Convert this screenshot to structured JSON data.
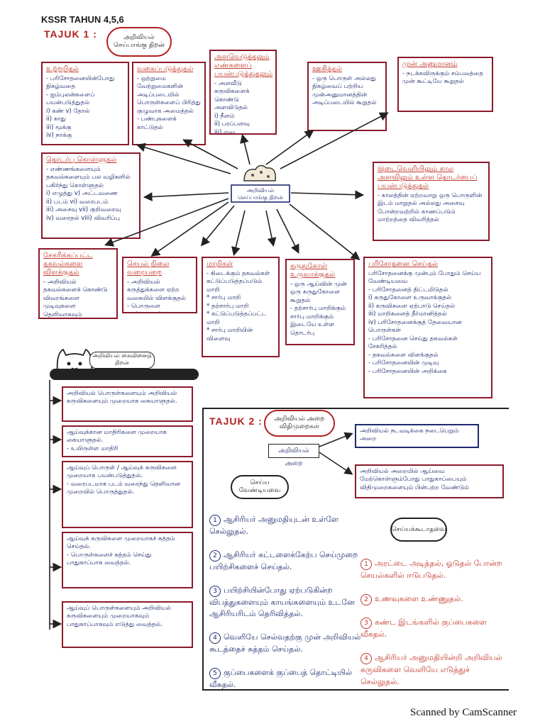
{
  "header": {
    "title": "KSSR TAHUN 4,5,6",
    "tajuk1_label": "TAJUK 1 :",
    "tajuk1_cloud": "அறிவியல் செய்பாங்கு திறன்"
  },
  "top_boxes": [
    {
      "title": "உற்றறிதல்",
      "body": "- பரிசோதனையின்போது நிகழ்வதை\n- ஐம்புலன்களைப் பயன்படுத்துதல்\ni) கண்   v) தோல்\nii) காது\niii) மூக்கு\niv) நாக்கு"
    },
    {
      "title": "வகைப்படுத்துதல்",
      "body": "- ஒற்றுமை வேற்றுமைகளின் அடிப்படையில் பொருள்களைப் பிரித்து குழுவாக அமைத்தல்\n- பண்புகளைக் காட்டுதல்"
    },
    {
      "title": "அளவெடுத்தலும் எண்களைப் பயன்படுத்துதலும்",
      "body": "- அளவீடு கருவிகளைக் கொண்டு அளவிடுதல்\ni) நீளம்\nii) பரப்பளவு\niii) எடை"
    },
    {
      "title": "ஊகித்தல்",
      "body": "- ஒரு பொருள் அல்லது நிகழ்வைப் பற்றிய முன்அனுமானத்தின் அடிப்படையில் கூறுதல்"
    },
    {
      "title": "முன் அனுமானம்",
      "body": "- நடக்கவிருக்கும் சம்பவத்தை முன் கூட்டியே கூறுதல்"
    }
  ],
  "mid_left_box": {
    "title": "தொடர்பு கொள்ளுதல்",
    "body": "- எண்ணங்களையும் தகவல்களையும் பல வழிகளில் பகிர்ந்து கொள்ளுதல்\ni) எழுத்து   v) அட்டவணை\nii) படம்   vi) வரைபடம்\niii) அசைவு   vii) குறிவரைவு\niv) வரைதல்   viii) விவரிப்பு"
  },
  "center_label": "அறிவியல் செய்பாங்கு திறன்",
  "mid_right_box": {
    "title": "இடைவெளியிலும் கால அளவிலும் உள்ள தொடர்பைப் பயன்படுத்துதல்",
    "body": "- காலத்தின் ஏற்றவாறு ஒரு பொருளின் இடம் மாறுதல் அல்லது அசைவு போன்றவற்றில் காணப்படும் மாற்றத்தை விவரித்தல்"
  },
  "bottom_boxes": [
    {
      "title": "சேகரிக்கப்பட்ட தகவல்களை விளக்குதல்",
      "body": "- அறிவியல் தகவல்களைக் கொண்டு விவரங்களை முடிவுகளை தெளிவாகவும் விளக்குதல்"
    },
    {
      "title": "செயல் நிலை வரையறை",
      "body": "- அறிவியல் கருத்துக்களை ஏற்ற வகையில் விளக்குதல்\n- பொருளை வழிமுறையில் விளக்குதல்"
    },
    {
      "title": "மாறிகள்",
      "body": "- கிடைக்கும் தகவல்கள் கட்டுப்படுத்தப்படும் மாறி\n* சார்பு மாறி\n* தற்சார்பு மாறி\n* கட்டுப்படுத்தப்பட்ட மாறி\n* சார்பு மாறியின் விளைவு"
    },
    {
      "title": "கருதுகோள் உருவாக்குதல்",
      "body": "- ஒரு ஆய்வின் முன் ஒரு கருதுகோளை கூறுதல்\n- தற்சார்பு மாறிக்கும் சார்பு மாறிக்கும் இடையே உள்ள தொடர்பு"
    },
    {
      "title": "பரிசோதனை செய்தல்",
      "body": "பரிசோதனைக்கு முன்பும் போதும் செய்ய வேண்டியவை\n- பரிசோதனைத் திட்டமிடுதல்\ni) கருதுகோளை உருவாக்குதல்\nii) கருவிகளை ஏற்பாடு செய்தல்\niii) மாறிகளைத் தீர்மானித்தல்\niv) பரிசோதனைக்குத் தேவையான பொருள்கள்\n- பரிசோதனை செய்து தகவல்கள் சேகரித்தல்\n- தகவல்களை விளக்குதல்\n- பரிசோதனையின் முடிவு\n- பரிசோதனையின் அறிக்கை"
    }
  ],
  "manip": {
    "head_label": "அறிவியல் கைவினைத் திறன்",
    "items": [
      "அறிவியல் பொருள்களையும் அறிவியல் கருவிகளையும் முறையாக கையாளுதல்.",
      "ஆய்வுக்கான மாதிரிகளை முறையாக கையாளுதல்.\n- உயிருள்ள மாதிரி",
      "ஆய்வுப் பொருள் / ஆய்வுக் கருவிகளை முறையாக பயன்படுத்துதல்.\n- வரைபடமாக படம் வரைந்து தெளிவான முறையில் பொருத்துதல்.",
      "ஆய்வுக் கருவிகளை முறையாகச் சுத்தம் செய்தல்.\n- பொருள்களைச் சுத்தம் செய்து பாதுகாப்பாக வைத்தல்.",
      "ஆய்வுப் பொருள்களையும் அறிவியல் கருவிகளையும் முறையாகவும் பாதுகாப்பாகவும் எடுத்து வைத்தல்."
    ]
  },
  "tajuk2": {
    "label": "TAJUK 2 :",
    "cloud": "அறிவியல் அறை விதிமுறைகள்",
    "room_label": "அறிவியல் அறை",
    "box_a": "அறிவியல் நடவடிக்கை நடைபெறும் அறை",
    "box_b": "அறிவியல் அறையில் ஆய்வை மேற்கொள்ளும்போது பாதுகாப்பையும் விதிமுறைகளையும் பின்பற்ற வேண்டும்",
    "must_cloud": "செய்ய வேண்டியவை",
    "must_items": [
      "ஆசிரியர் அனுமதியுடன் உள்ளே செல்லுதல்.",
      "ஆசிரியர் கட்டளைக்கேற்ப செய்முறை பயிற்சிகளைச் செய்தல்.",
      "பயிற்சியின்போது ஏற்படுகின்ற விபத்துகளையும் காயங்களையும் உடனே ஆசிரியரிடம் தெரிவித்தல்.",
      "வெளியே செல்வதற்கு முன் அறிவியல் கூடத்தைச் சுத்தம் செய்தல்.",
      "குப்பைகளைக் குப்பைத் தொட்டியில் வீசுதல்."
    ],
    "mustnot_cloud": "செய்யக்கூடாதவை",
    "mustnot_items": [
      "அரட்டை அடித்தல், ஓடுதல் போன்ற செயல்களில் ஈடுபடுதல்.",
      "உணவுகளை உண்ணுதல்.",
      "கண்ட இடங்களில் குப்பைகளை வீசுதல்.",
      "ஆசிரியர் அனுமதியின்றி அறிவியல் கருவிகளை வெளியே எடுத்துச் செல்லுதல்."
    ]
  },
  "footer": "Scanned by CamScanner"
}
